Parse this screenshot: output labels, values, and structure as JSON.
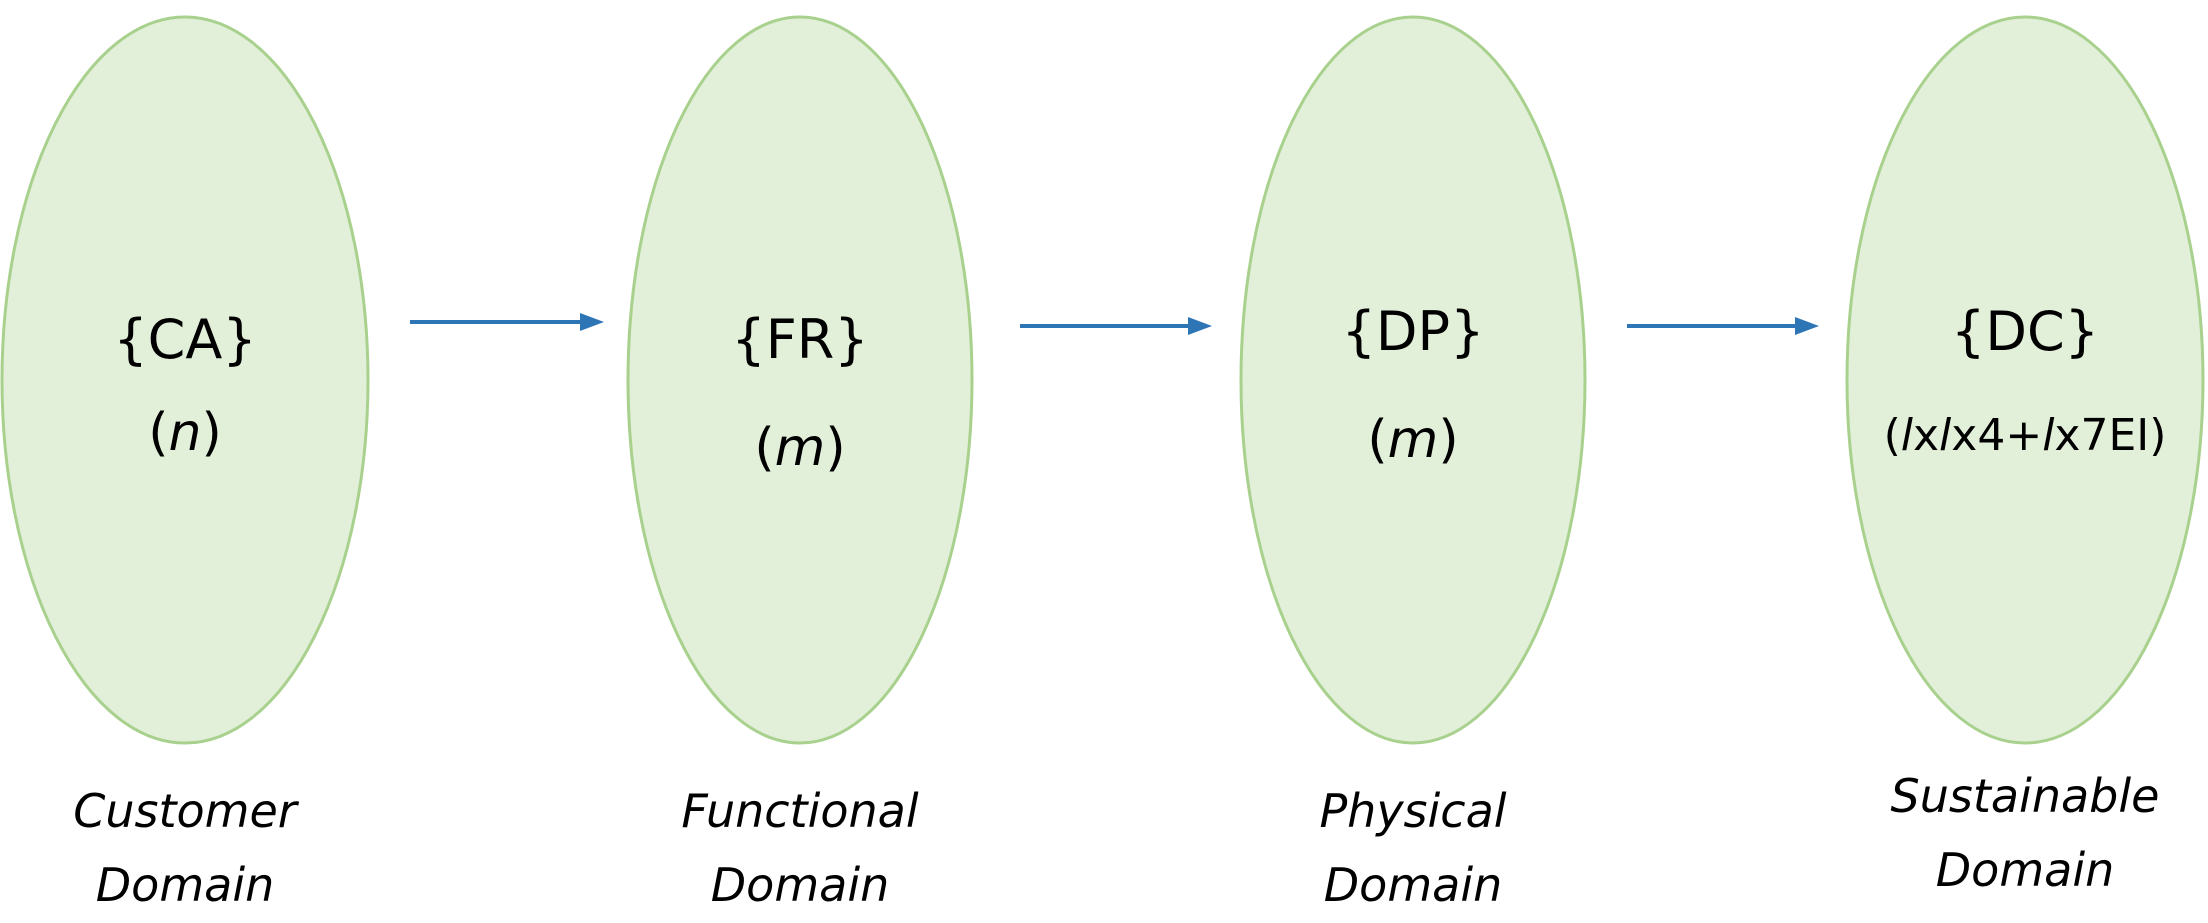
{
  "colors": {
    "ellipse_fill": "#e2efd9",
    "ellipse_stroke": "#a9d18e",
    "arrow": "#2e75b6",
    "text": "#000000"
  },
  "domains": [
    {
      "set": "{CA}",
      "cardinality": [
        {
          "text": "(",
          "italic": false
        },
        {
          "text": "n",
          "italic": true
        },
        {
          "text": ")",
          "italic": false
        }
      ],
      "name_line1": "Customer",
      "name_line2": "Domain"
    },
    {
      "set": "{FR}",
      "cardinality": [
        {
          "text": "(",
          "italic": false
        },
        {
          "text": "m",
          "italic": true
        },
        {
          "text": ")",
          "italic": false
        }
      ],
      "name_line1": "Functional",
      "name_line2": "Domain"
    },
    {
      "set": "{DP}",
      "cardinality": [
        {
          "text": "(",
          "italic": false
        },
        {
          "text": "m",
          "italic": true
        },
        {
          "text": ")",
          "italic": false
        }
      ],
      "name_line1": "Physical",
      "name_line2": "Domain"
    },
    {
      "set": "{DC}",
      "cardinality": [
        {
          "text": "(",
          "italic": false
        },
        {
          "text": "l",
          "italic": true
        },
        {
          "text": "x",
          "italic": false
        },
        {
          "text": "l",
          "italic": true
        },
        {
          "text": "x4+",
          "italic": false
        },
        {
          "text": "l",
          "italic": true
        },
        {
          "text": "x7EI)",
          "italic": false
        }
      ],
      "name_line1": "Sustainable",
      "name_line2": "Domain"
    }
  ],
  "arrows": [
    {
      "from": "{CA}",
      "to": "{FR}"
    },
    {
      "from": "{FR}",
      "to": "{DP}"
    },
    {
      "from": "{DP}",
      "to": "{DC}"
    }
  ]
}
